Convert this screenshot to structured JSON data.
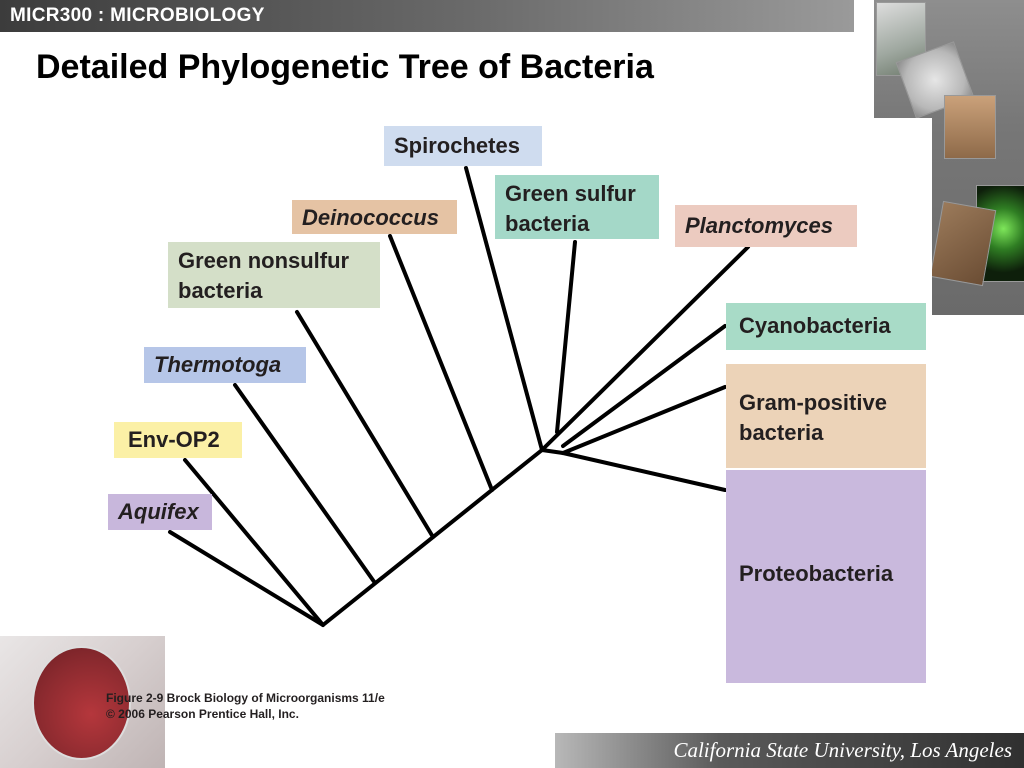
{
  "header": {
    "course_title": "MICR300 : MICROBIOLOGY"
  },
  "title": "Detailed Phylogenetic Tree of Bacteria",
  "tree": {
    "groups": [
      {
        "id": "aquifex",
        "label": "Aquifex",
        "italic": true,
        "color": "#c8b7dc"
      },
      {
        "id": "env-op2",
        "label": "Env-OP2",
        "italic": false,
        "color": "#fbf0a6"
      },
      {
        "id": "thermotoga",
        "label": "Thermotoga",
        "italic": true,
        "color": "#b6c6e8"
      },
      {
        "id": "green-nonsulfur",
        "label_line1": "Green nonsulfur",
        "label_line2": "bacteria",
        "italic": false,
        "color": "#d4dfc8"
      },
      {
        "id": "deinococcus",
        "label": "Deinococcus",
        "italic": true,
        "color": "#e5c3a4"
      },
      {
        "id": "spirochetes",
        "label": "Spirochetes",
        "italic": false,
        "color": "#cfdcef"
      },
      {
        "id": "green-sulfur",
        "label_line1": "Green sulfur",
        "label_line2": "bacteria",
        "italic": false,
        "color": "#a4d8c8"
      },
      {
        "id": "planctomyces",
        "label": "Planctomyces",
        "italic": true,
        "color": "#eccbc0"
      },
      {
        "id": "cyanobacteria",
        "label": "Cyanobacteria",
        "italic": false,
        "color": "#a8dbc7"
      },
      {
        "id": "gram-positive",
        "label_line1": "Gram-positive",
        "label_line2": "bacteria",
        "italic": false,
        "color": "#ecd3b8"
      },
      {
        "id": "proteobacteria",
        "label": "Proteobacteria",
        "italic": false,
        "color": "#c9b9dd"
      }
    ]
  },
  "caption": {
    "line1": "Figure 2-9  Brock Biology of Microorganisms 11/e",
    "line2": "© 2006 Pearson Prentice Hall, Inc."
  },
  "footer": {
    "university": "California State University, Los Angeles"
  }
}
